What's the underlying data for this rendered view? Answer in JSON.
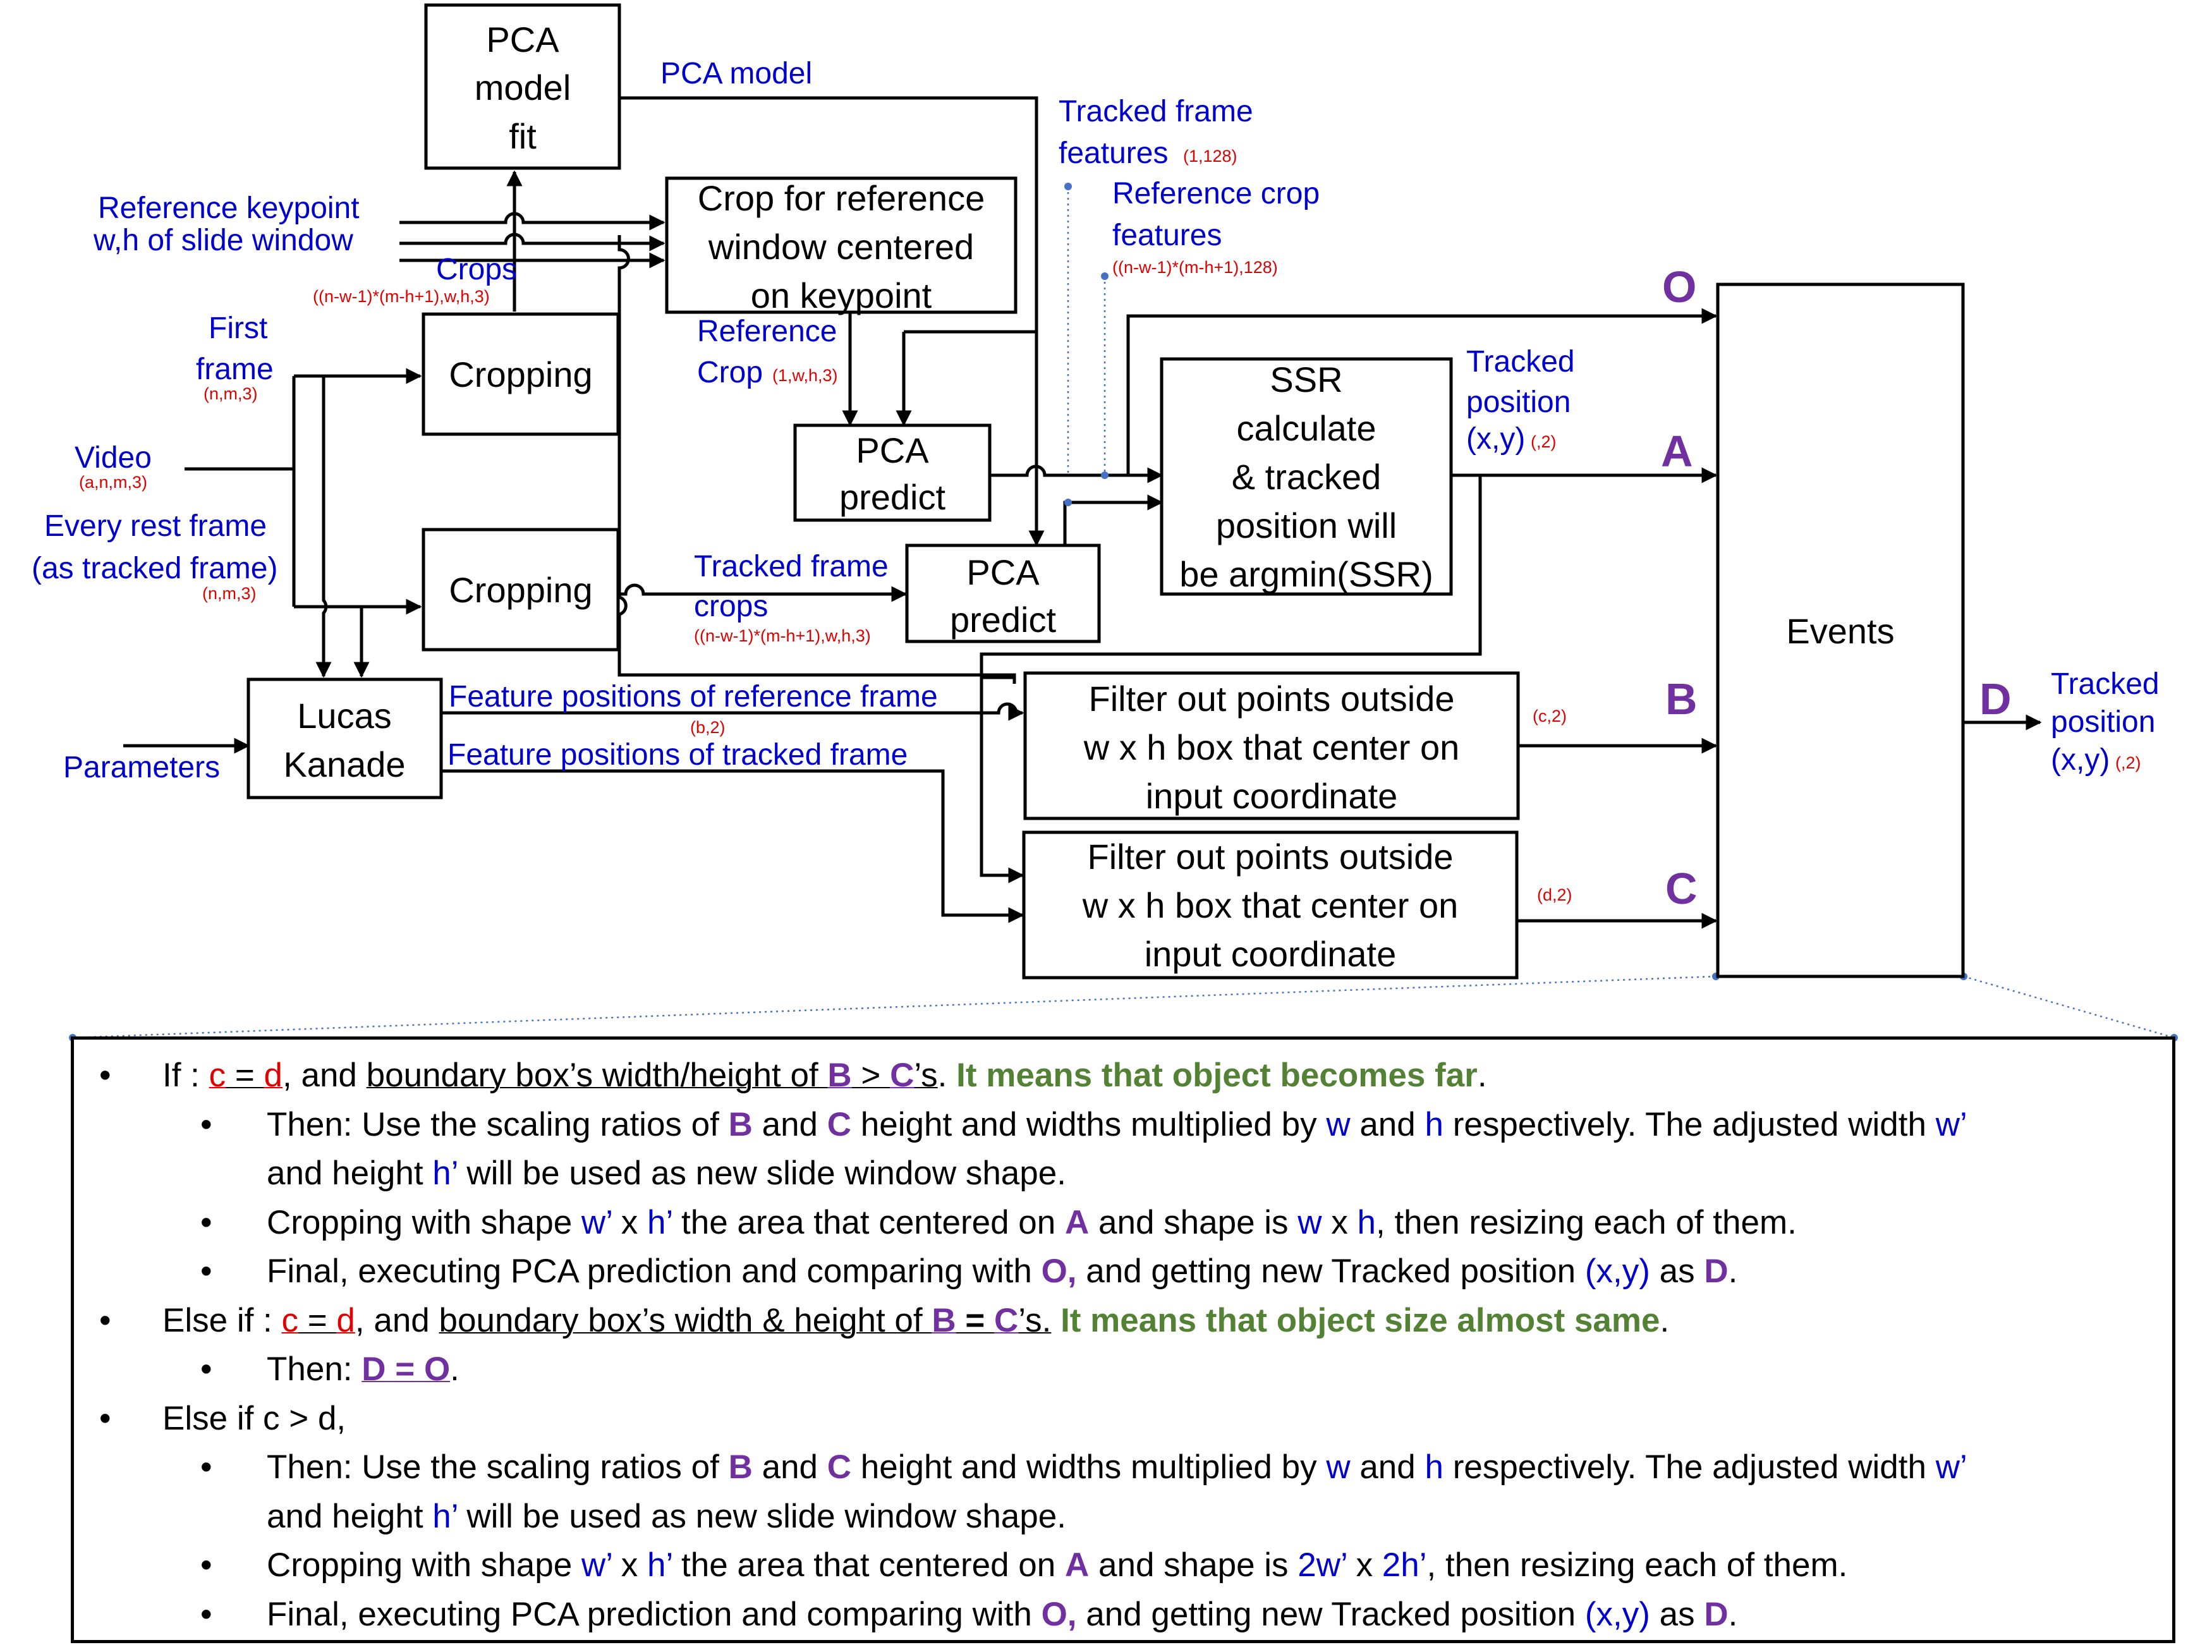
{
  "boxes": {
    "pca_fit": [
      "PCA",
      "model",
      "fit"
    ],
    "crop_ref": [
      "Crop for reference",
      "window centered",
      "on keypoint"
    ],
    "cropping_top": "Cropping",
    "cropping_bottom": "Cropping",
    "pca_predict_1": [
      "PCA",
      "predict"
    ],
    "pca_predict_2": [
      "PCA",
      "predict"
    ],
    "ssr": [
      "SSR",
      "calculate",
      "& tracked",
      "position will",
      "be argmin(SSR)"
    ],
    "lucas_kanade": [
      "Lucas",
      "Kanade"
    ],
    "filter_b": [
      "Filter out points outside",
      "w x h box that center on",
      "input coordinate"
    ],
    "filter_c": [
      "Filter out points outside",
      "w x h box that center on",
      "input coordinate"
    ],
    "events": "Events"
  },
  "labels": {
    "pca_model": "PCA model",
    "tracked_frame_features": [
      "Tracked frame",
      "features"
    ],
    "tracked_frame_features_shape": "(1,128)",
    "reference_crop_features": [
      "Reference crop",
      "features"
    ],
    "reference_crop_features_shape": "((n-w-1)*(m-h+1),128)",
    "reference_keypoint": "Reference keypoint",
    "wh_slide_window": "w,h of slide window",
    "crops": "Crops",
    "crops_shape": "((n-w-1)*(m-h+1),w,h,3)",
    "first_frame": [
      "First",
      "frame"
    ],
    "first_frame_shape": "(n,m,3)",
    "reference_crop": [
      "Reference",
      "Crop"
    ],
    "reference_crop_shape": "(1,w,h,3)",
    "video": "Video",
    "video_shape": "(a,n,m,3)",
    "every_rest_frame": [
      "Every rest frame",
      "(as tracked frame)"
    ],
    "every_rest_frame_shape": "(n,m,3)",
    "tracked_frame_crops": [
      "Tracked frame",
      "crops"
    ],
    "tracked_frame_crops_shape": "((n-w-1)*(m-h+1),w,h,3)",
    "tracked_position_ssr": [
      "Tracked",
      "position",
      "(x,y)"
    ],
    "tracked_position_ssr_shape": "(,2)",
    "feature_pos_ref": "Feature positions of reference frame",
    "feature_pos_ref_shape": "(b,2)",
    "feature_pos_tracked": "Feature positions of tracked frame",
    "parameters": "Parameters",
    "c2": "(c,2)",
    "d2": "(d,2)",
    "tracked_position_out": [
      "Tracked",
      "position",
      "(x,y)"
    ],
    "tracked_position_out_shape": "(,2)"
  },
  "letters": {
    "O": "O",
    "A": "A",
    "B": "B",
    "C": "C",
    "D": "D"
  },
  "notes": {
    "n1": {
      "bullet": "•",
      "a": "If : ",
      "c": "c",
      "eq": " = ",
      "d": "d",
      "b": ", and ",
      "u": "boundary box’s width/height of ",
      "B": "B",
      "gt": " > ",
      "C": "C",
      "s": "’s",
      "dot": ". ",
      "green": "It means that object becomes far",
      "end": "."
    },
    "n2": {
      "bullet": "•",
      "a": "Then: Use the scaling ratios of ",
      "B": "B",
      "and1": " and ",
      "C": "C",
      "b": " height and widths multiplied by ",
      "w": "w",
      "and2": " and ",
      "h": "h",
      "c": " respectively. The adjusted width ",
      "wp": "w’"
    },
    "n2c": {
      "a": "and height ",
      "hp": "h’",
      "b": " will be used as new slide window shape."
    },
    "n3": {
      "bullet": "•",
      "a": "Cropping with shape ",
      "wp": "w’",
      "x1": " x ",
      "hp": "h’",
      "b": " the area that centered on ",
      "A": "A",
      "c": " and shape is ",
      "w": "w",
      "x2": " x ",
      "h": "h",
      "d": ", then resizing each of them."
    },
    "n4": {
      "bullet": "•",
      "a": "Final, executing PCA prediction and comparing with ",
      "O": "O,",
      "b": " and getting new Tracked position ",
      "xy": "(x,y)",
      "as": " as ",
      "D": "D",
      "end": "."
    },
    "n5": {
      "bullet": "•",
      "a": "Else if : ",
      "c": "c",
      "eq": " = ",
      "d": "d",
      "b": ", and ",
      "u": "boundary box’s width & height of ",
      "B": "B",
      "eq2": " = ",
      "C": "C",
      "s": "’s.",
      "sp": " ",
      "green": "It means that object size almost same",
      "end": "."
    },
    "n6": {
      "bullet": "•",
      "a": "Then: ",
      "D": "D = O",
      "end": "."
    },
    "n7": {
      "bullet": "•",
      "a": "Else if c > d,"
    },
    "n8": {
      "bullet": "•",
      "a": "Then: Use the scaling ratios of ",
      "B": "B",
      "and1": " and ",
      "C": "C",
      "b": " height and widths multiplied by ",
      "w": "w",
      "and2": " and ",
      "h": "h",
      "c": " respectively. The adjusted width ",
      "wp": "w’"
    },
    "n8c": {
      "a": "and height ",
      "hp": "h’",
      "b": " will be used as new slide window shape."
    },
    "n9": {
      "bullet": "•",
      "a": "Cropping with shape ",
      "wp": "w’",
      "x1": " x ",
      "hp": "h’",
      "b": " the area that centered on ",
      "A": "A",
      "c": " and shape is ",
      "w": "2w’",
      "x2": " x ",
      "h": "2h’",
      "d": ", then resizing each of them."
    },
    "n10": {
      "bullet": "•",
      "a": "Final, executing PCA prediction and comparing with ",
      "O": "O,",
      "b": " and getting new Tracked position ",
      "xy": "(x,y)",
      "as": " as ",
      "D": "D",
      "end": "."
    }
  },
  "colors": {
    "label_blue": "#0000cc",
    "shape_red": "#e00000",
    "letter_purple": "#7030a0",
    "note_green": "#548235"
  }
}
